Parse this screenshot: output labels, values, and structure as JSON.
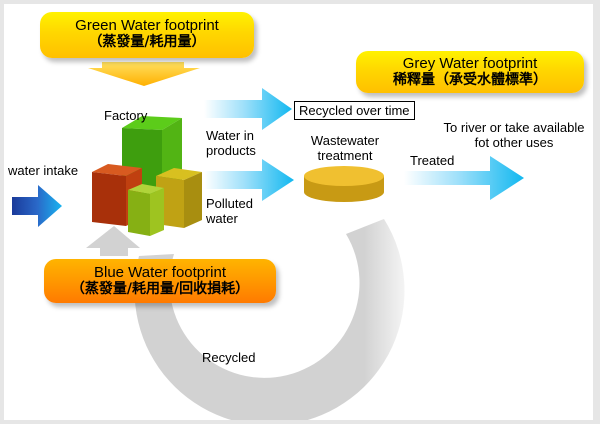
{
  "colors": {
    "green_badge": "#ffd700",
    "grey_badge": "#ffd700",
    "blue_badge": "#ff8c00",
    "flow_arrow": "#12b8f0",
    "intake_arrow": "#1a3aa0",
    "recycle_loop": "#d0d0d0",
    "factory_green": "#3fa10f",
    "factory_red": "#c03a10",
    "factory_lime": "#90b814",
    "factory_olive": "#c4a818",
    "treatment_disc": "#e0b020"
  },
  "badges": {
    "green": {
      "title": "Green Water footprint",
      "subtitle": "（蒸發量/耗用量）"
    },
    "grey": {
      "title": "Grey Water footprint",
      "subtitle": "稀釋量（承受水體標準）"
    },
    "blue": {
      "title": "Blue Water footprint",
      "subtitle": "（蒸發量/耗用量/回收損耗）"
    }
  },
  "nodes": {
    "factory": "Factory",
    "wastewater": "Wastewater\ntreatment",
    "destination": "To river or take available\nfot other uses"
  },
  "flows": {
    "intake": "water intake",
    "products": "Water in\nproducts",
    "polluted": "Polluted\nwater",
    "treated": "Treated",
    "recycled_over_time": "Recycled over time",
    "recycled": "Recycled"
  },
  "icons": {
    "factory": "factory-blocks-icon",
    "treatment": "treatment-tank-icon"
  }
}
